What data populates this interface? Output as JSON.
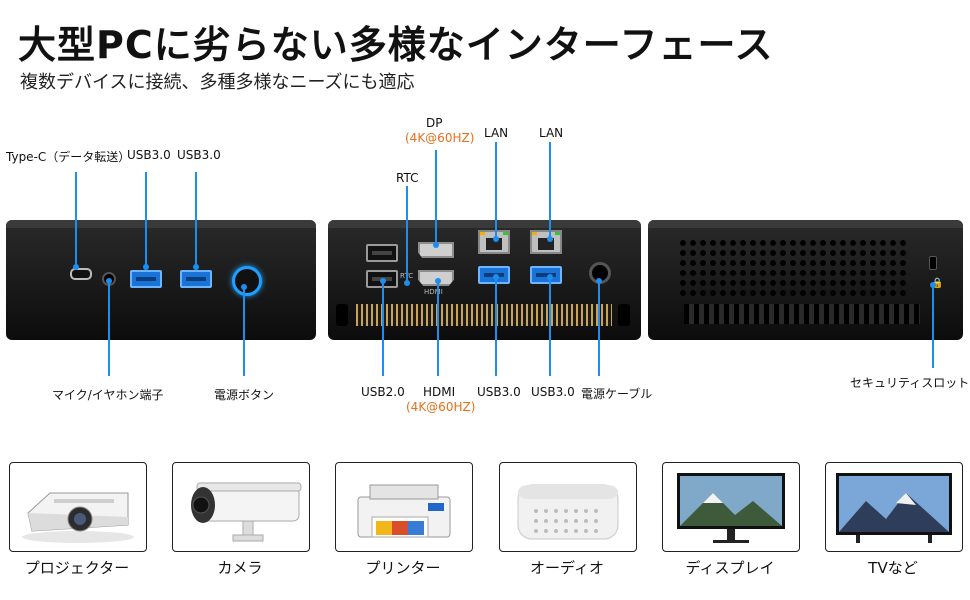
{
  "header": {
    "title": "大型PCに劣らない多様なインターフェース",
    "subtitle": "複数デバイスに接続、多種多様なニーズにも適応"
  },
  "ports": {
    "front_top": [
      "Type-C（データ転送）",
      "USB3.0",
      "USB3.0"
    ],
    "front_bottom": [
      "マイク/イヤホン端子",
      "電源ボタン"
    ],
    "rear_top": {
      "dp": "DP",
      "dp_spec": "(4K@60HZ)",
      "rtc": "RTC",
      "lan1": "LAN",
      "lan2": "LAN"
    },
    "rear_bottom": {
      "usb2": "USB2.0",
      "hdmi": "HDMI",
      "hdmi_spec": "(4K@60HZ)",
      "usb3a": "USB3.0",
      "usb3b": "USB3.0",
      "power_cable": "電源ケーブル"
    },
    "side": "セキュリティスロット",
    "silk": {
      "rtc": "RTC",
      "hdmi": "HDMI"
    }
  },
  "devices": [
    {
      "label": "プロジェクター",
      "icon": "projector-icon"
    },
    {
      "label": "カメラ",
      "icon": "camera-icon"
    },
    {
      "label": "プリンター",
      "icon": "printer-icon"
    },
    {
      "label": "オーディオ",
      "icon": "speaker-icon"
    },
    {
      "label": "ディスプレイ",
      "icon": "monitor-icon"
    },
    {
      "label": "TVなど",
      "icon": "tv-icon"
    }
  ],
  "colors": {
    "accent_blue": "#1b8ef0",
    "spec_orange": "#e8701a"
  }
}
